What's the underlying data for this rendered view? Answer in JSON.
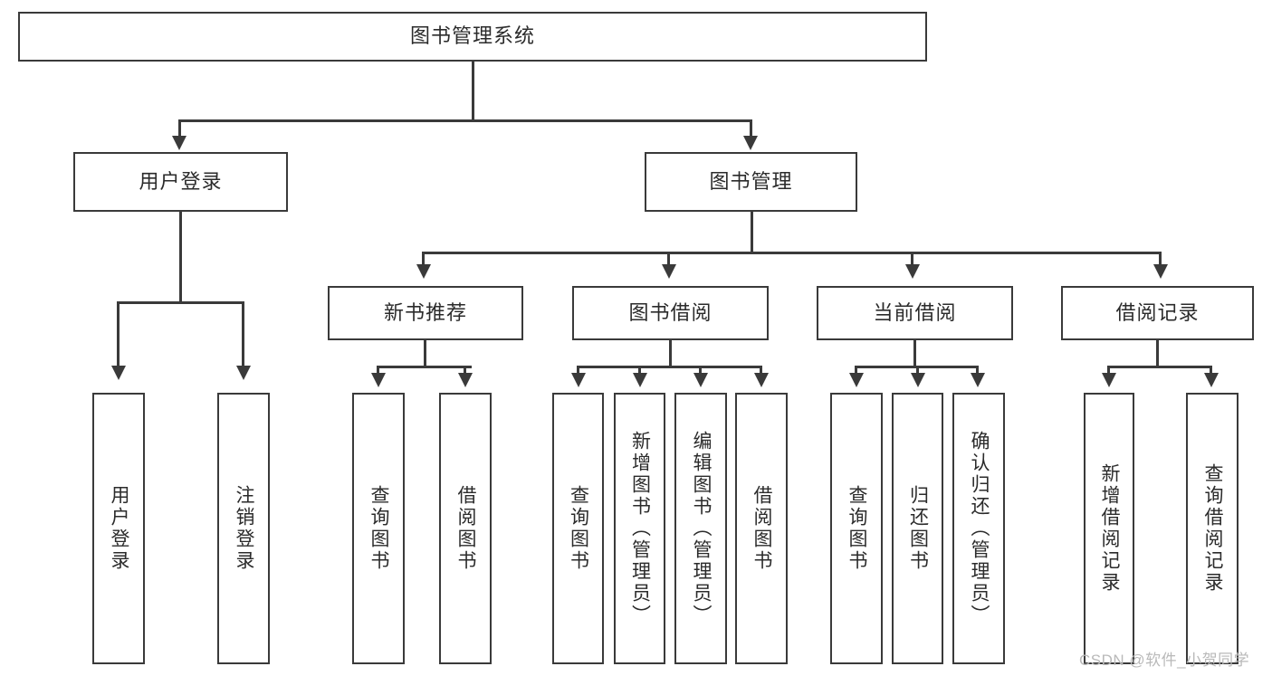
{
  "diagram": {
    "title": "图书管理系统",
    "type": "hierarchy-tree",
    "root": {
      "label": "图书管理系统"
    },
    "level2": [
      {
        "label": "用户登录"
      },
      {
        "label": "图书管理"
      }
    ],
    "level3": [
      {
        "label": "新书推荐"
      },
      {
        "label": "图书借阅"
      },
      {
        "label": "当前借阅"
      },
      {
        "label": "借阅记录"
      }
    ],
    "leaves": {
      "user_login": [
        {
          "label": "用户登录"
        },
        {
          "label": "注销登录"
        }
      ],
      "new_book_recommend": [
        {
          "label": "查询图书"
        },
        {
          "label": "借阅图书"
        }
      ],
      "book_borrow": [
        {
          "label": "查询图书"
        },
        {
          "label": "新增图书（管理员）"
        },
        {
          "label": "编辑图书（管理员）"
        },
        {
          "label": "借阅图书"
        }
      ],
      "current_borrow": [
        {
          "label": "查询图书"
        },
        {
          "label": "归还图书"
        },
        {
          "label": "确认归还（管理员）"
        }
      ],
      "borrow_record": [
        {
          "label": "新增借阅记录"
        },
        {
          "label": "查询借阅记录"
        }
      ]
    }
  },
  "watermark": {
    "text": "CSDN @软件_小贺同学"
  },
  "colors": {
    "stroke": "#3a3a3a",
    "background": "#ffffff",
    "text": "#2b2b2b",
    "watermark": "#b9b9b9"
  }
}
